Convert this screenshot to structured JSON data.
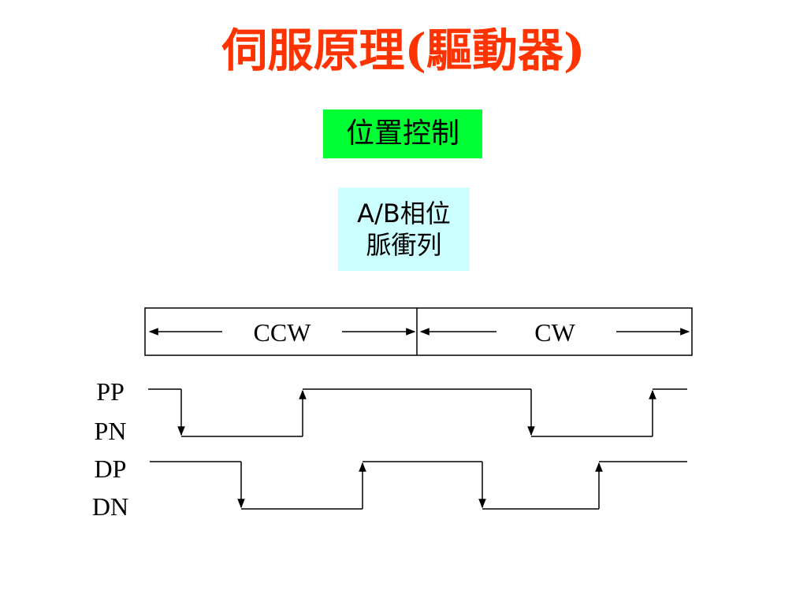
{
  "title": "伺服原理(驅動器)",
  "colors": {
    "title": "#ff3300",
    "green_box": "#00ff33",
    "cyan_box": "#ccffff",
    "line": "#000000"
  },
  "mode_label": "位置控制",
  "pulse_label": {
    "line1": "A/B相位",
    "line2": "脈衝列"
  },
  "direction": {
    "ccw": "CCW",
    "cw": "CW"
  },
  "signals": {
    "pp": "PP",
    "pn": "PN",
    "dp": "DP",
    "dn": "DN"
  }
}
